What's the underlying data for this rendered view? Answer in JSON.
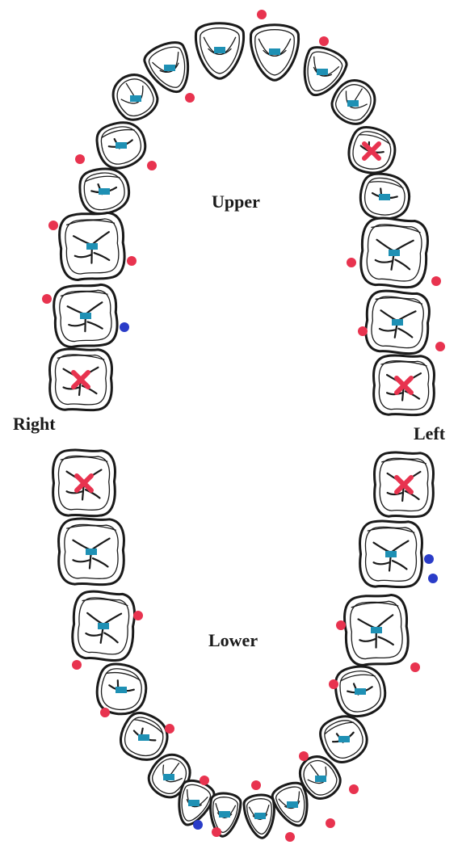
{
  "labels": {
    "upper": "Upper",
    "lower": "Lower",
    "right": "Right",
    "left": "Left"
  },
  "legend_colors": {
    "sealant_rect": "#1e90b4",
    "caries_x": "#e8334f",
    "dot_red": "#e8334f",
    "dot_blue": "#2a3cc8",
    "outline": "#1a1a1a"
  },
  "teeth": [
    {
      "id": "upper-right-central-incisor",
      "arch": "upper",
      "type": "incisor",
      "mark": "rect"
    },
    {
      "id": "upper-right-lateral-incisor",
      "arch": "upper",
      "type": "incisor",
      "mark": "rect"
    },
    {
      "id": "upper-right-canine",
      "arch": "upper",
      "type": "canine",
      "mark": "rect"
    },
    {
      "id": "upper-right-first-premolar",
      "arch": "upper",
      "type": "premolar",
      "mark": "rect"
    },
    {
      "id": "upper-right-second-premolar",
      "arch": "upper",
      "type": "premolar",
      "mark": "rect"
    },
    {
      "id": "upper-right-first-molar",
      "arch": "upper",
      "type": "molar",
      "mark": "rect"
    },
    {
      "id": "upper-right-second-molar",
      "arch": "upper",
      "type": "molar",
      "mark": "rect"
    },
    {
      "id": "upper-right-third-molar",
      "arch": "upper",
      "type": "molar",
      "mark": "x"
    },
    {
      "id": "upper-left-central-incisor",
      "arch": "upper",
      "type": "incisor",
      "mark": "rect"
    },
    {
      "id": "upper-left-lateral-incisor",
      "arch": "upper",
      "type": "incisor",
      "mark": "rect"
    },
    {
      "id": "upper-left-canine",
      "arch": "upper",
      "type": "canine",
      "mark": "rect"
    },
    {
      "id": "upper-left-first-premolar",
      "arch": "upper",
      "type": "premolar",
      "mark": "x"
    },
    {
      "id": "upper-left-second-premolar",
      "arch": "upper",
      "type": "premolar",
      "mark": "rect"
    },
    {
      "id": "upper-left-first-molar",
      "arch": "upper",
      "type": "molar",
      "mark": "rect"
    },
    {
      "id": "upper-left-second-molar",
      "arch": "upper",
      "type": "molar",
      "mark": "rect"
    },
    {
      "id": "upper-left-third-molar",
      "arch": "upper",
      "type": "molar",
      "mark": "x"
    },
    {
      "id": "lower-right-third-molar",
      "arch": "lower",
      "type": "molar",
      "mark": "x"
    },
    {
      "id": "lower-right-second-molar",
      "arch": "lower",
      "type": "molar",
      "mark": "rect"
    },
    {
      "id": "lower-right-first-molar",
      "arch": "lower",
      "type": "molar",
      "mark": "rect"
    },
    {
      "id": "lower-right-second-premolar",
      "arch": "lower",
      "type": "premolar",
      "mark": "rect"
    },
    {
      "id": "lower-right-first-premolar",
      "arch": "lower",
      "type": "premolar",
      "mark": "rect"
    },
    {
      "id": "lower-right-canine",
      "arch": "lower",
      "type": "canine",
      "mark": "rect"
    },
    {
      "id": "lower-right-lateral-incisor",
      "arch": "lower",
      "type": "incisor",
      "mark": "rect"
    },
    {
      "id": "lower-right-central-incisor",
      "arch": "lower",
      "type": "incisor",
      "mark": "rect"
    },
    {
      "id": "lower-left-central-incisor",
      "arch": "lower",
      "type": "incisor",
      "mark": "rect"
    },
    {
      "id": "lower-left-lateral-incisor",
      "arch": "lower",
      "type": "incisor",
      "mark": "rect"
    },
    {
      "id": "lower-left-canine",
      "arch": "lower",
      "type": "canine",
      "mark": "rect"
    },
    {
      "id": "lower-left-first-premolar",
      "arch": "lower",
      "type": "premolar",
      "mark": "rect"
    },
    {
      "id": "lower-left-second-premolar",
      "arch": "lower",
      "type": "premolar",
      "mark": "rect"
    },
    {
      "id": "lower-left-first-molar",
      "arch": "lower",
      "type": "molar",
      "mark": "rect"
    },
    {
      "id": "lower-left-second-molar",
      "arch": "lower",
      "type": "molar",
      "mark": "rect"
    },
    {
      "id": "lower-left-third-molar",
      "arch": "lower",
      "type": "molar",
      "mark": "x"
    }
  ]
}
